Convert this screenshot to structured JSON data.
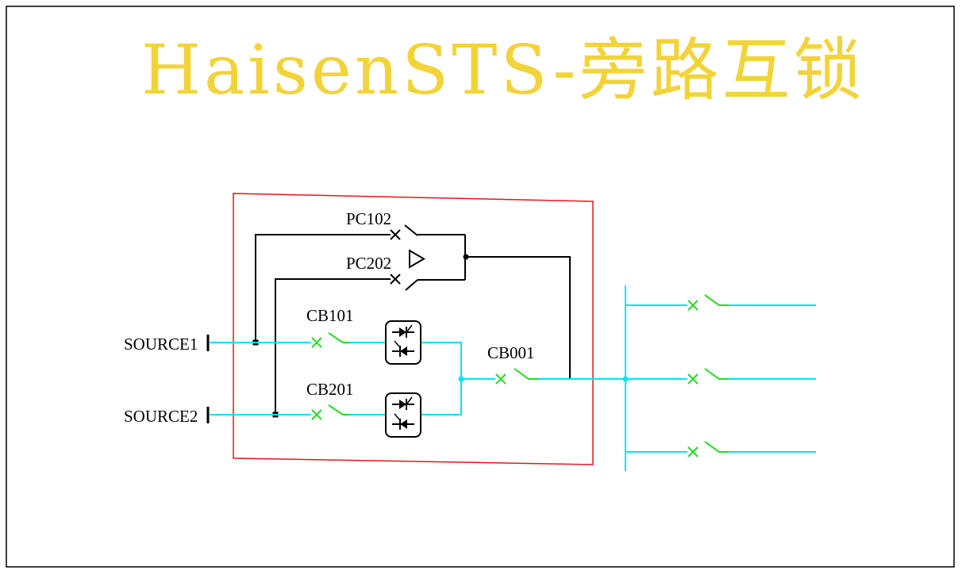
{
  "title": "HaisenSTS-旁路互锁",
  "labels": {
    "pc102": "PC102",
    "pc202": "PC202",
    "cb101": "CB101",
    "cb201": "CB201",
    "cb001": "CB001",
    "source1": "SOURCE1",
    "source2": "SOURCE2"
  },
  "colors": {
    "title": "#f2d338",
    "frame": "#000000",
    "enclosure": "#e8141c",
    "bus_wire": "#00e5f0",
    "control_wire": "#000000",
    "breaker": "#22dd22"
  }
}
